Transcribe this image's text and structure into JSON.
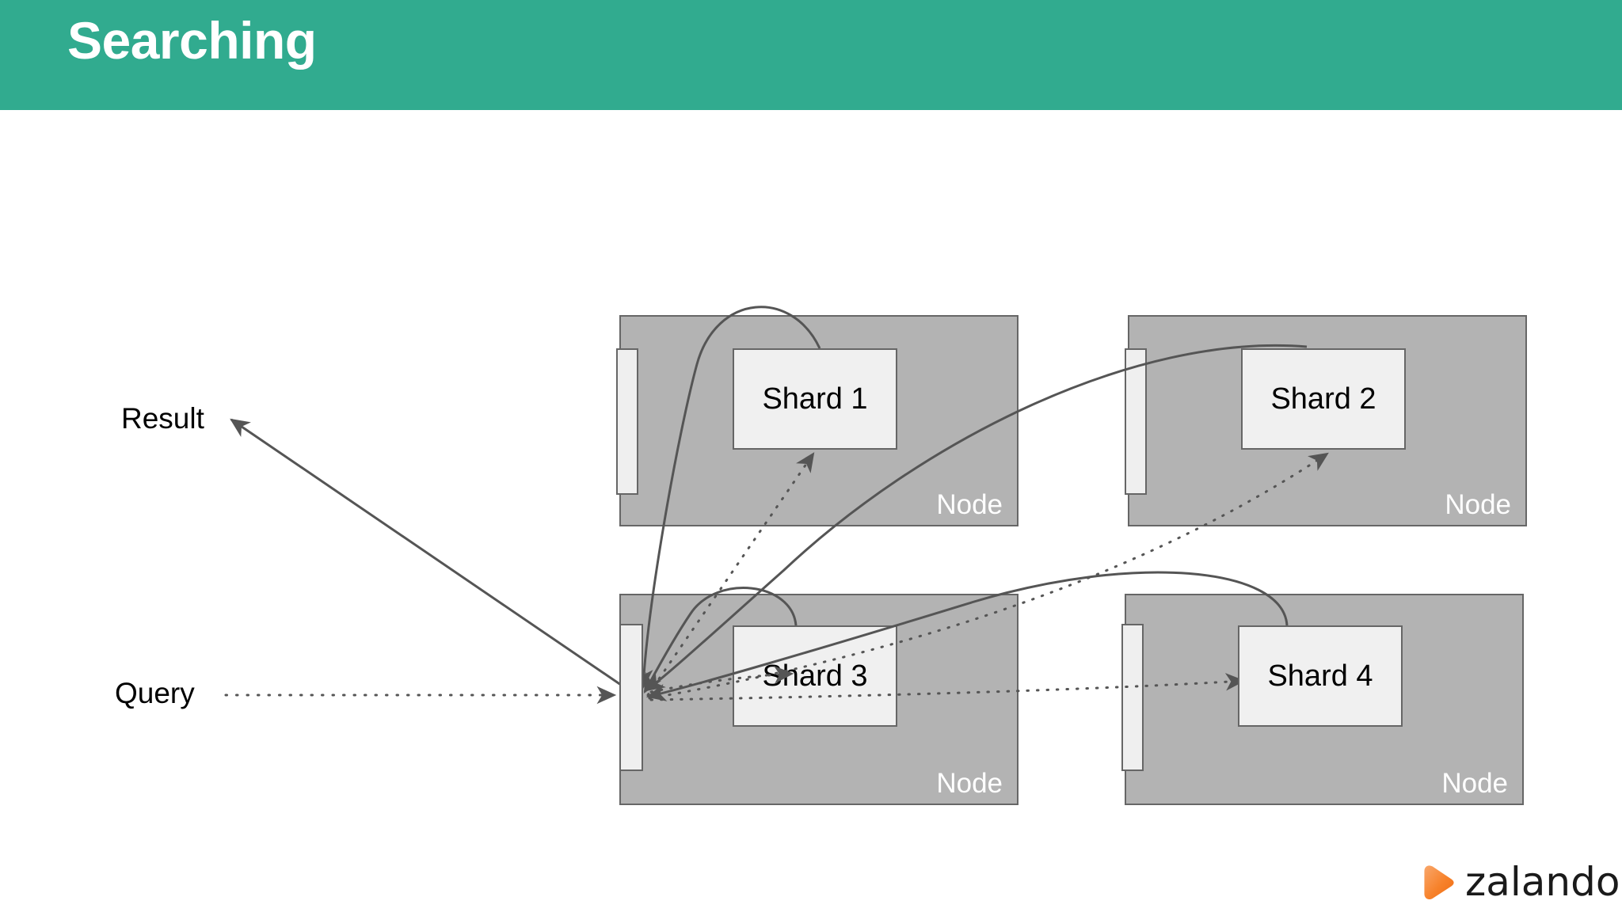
{
  "header": {
    "title": "Searching",
    "background_color": "#31ab8f",
    "text_color": "#ffffff"
  },
  "diagram": {
    "type": "distributed-search-architecture",
    "colors": {
      "node_fill": "#b3b3b3",
      "node_border": "#666666",
      "shard_fill": "#f0f0f0",
      "shard_border": "#666666",
      "router_fill": "#efefef",
      "arrow_color": "#555555",
      "canvas": "#ffffff"
    },
    "side_labels": [
      {
        "id": "result",
        "text": "Result"
      },
      {
        "id": "query",
        "text": "Query"
      }
    ],
    "nodes": [
      {
        "id": "node-1",
        "label": "Node",
        "shard": "Shard 1",
        "position": "top-left"
      },
      {
        "id": "node-2",
        "label": "Node",
        "shard": "Shard 2",
        "position": "top-right"
      },
      {
        "id": "node-3",
        "label": "Node",
        "shard": "Shard 3",
        "position": "bottom-left",
        "coordinator": true
      },
      {
        "id": "node-4",
        "label": "Node",
        "shard": "Shard 4",
        "position": "bottom-right"
      }
    ],
    "edges": [
      {
        "from": "query",
        "to": "coordinator",
        "style": "dotted",
        "kind": "query"
      },
      {
        "from": "coordinator",
        "to": "result",
        "style": "solid",
        "kind": "result"
      },
      {
        "from": "coordinator",
        "to": "shard-1",
        "style": "dotted",
        "kind": "query"
      },
      {
        "from": "coordinator",
        "to": "shard-2",
        "style": "dotted",
        "kind": "query"
      },
      {
        "from": "coordinator",
        "to": "shard-3",
        "style": "dotted",
        "kind": "query"
      },
      {
        "from": "coordinator",
        "to": "shard-4",
        "style": "dotted",
        "kind": "query"
      },
      {
        "from": "shard-1",
        "to": "coordinator",
        "style": "solid",
        "kind": "result"
      },
      {
        "from": "shard-2",
        "to": "coordinator",
        "style": "solid",
        "kind": "result"
      },
      {
        "from": "shard-3",
        "to": "coordinator",
        "style": "solid",
        "kind": "result"
      },
      {
        "from": "shard-4",
        "to": "coordinator",
        "style": "solid",
        "kind": "result"
      }
    ]
  },
  "logo": {
    "wordmark": "zalando",
    "mark_color": "#f7822b",
    "text_color": "#1a1a1a"
  }
}
